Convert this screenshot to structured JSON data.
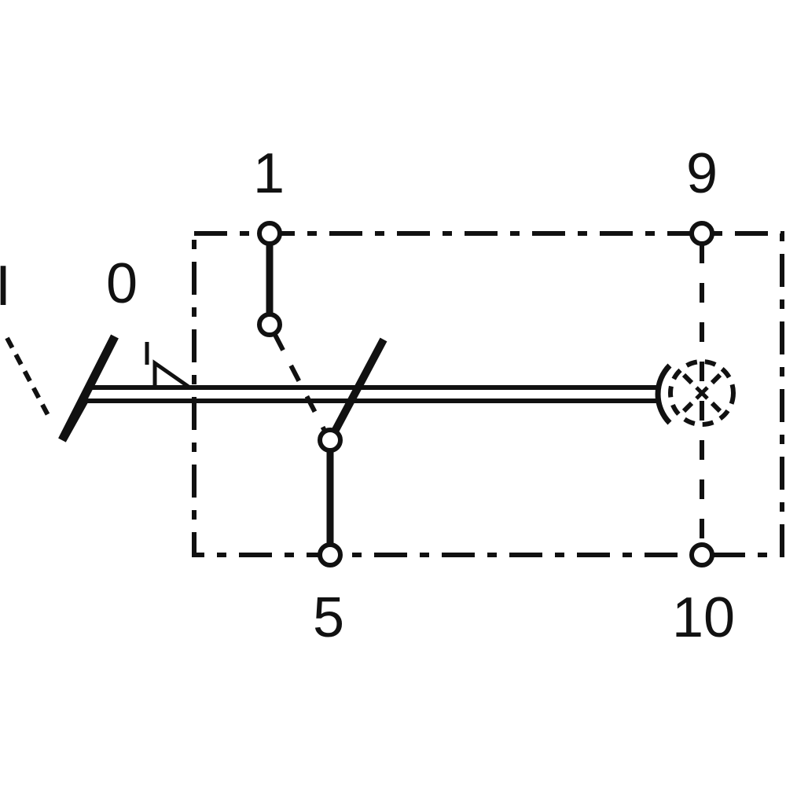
{
  "diagram": {
    "type": "rocker switch wiring schematic",
    "terminals": [
      {
        "id": "1",
        "label": "1"
      },
      {
        "id": "9",
        "label": "9"
      },
      {
        "id": "5",
        "label": "5"
      },
      {
        "id": "10",
        "label": "10"
      }
    ],
    "positions": {
      "on": "I",
      "off": "0"
    },
    "line_color": "#111111",
    "background": "#ffffff"
  }
}
